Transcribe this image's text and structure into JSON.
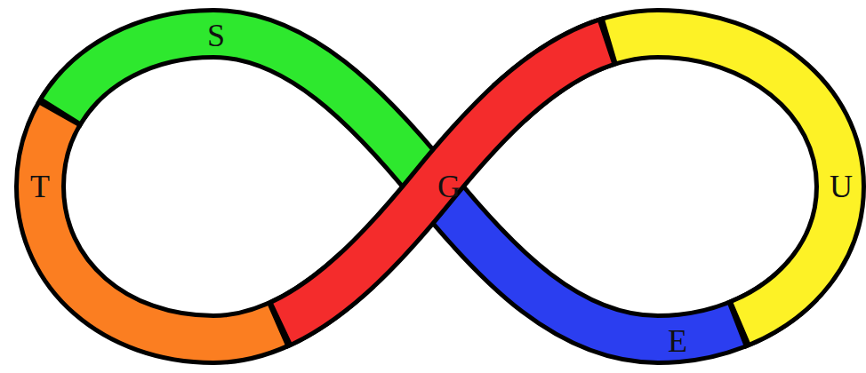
{
  "diagram": {
    "nodes": [
      {
        "text": [
          "S"
        ]
      },
      {
        "text": [
          "T"
        ]
      },
      {
        "text": [
          "G"
        ]
      },
      {
        "text": [
          "U"
        ]
      },
      {
        "text": [
          "E"
        ]
      }
    ]
  }
}
